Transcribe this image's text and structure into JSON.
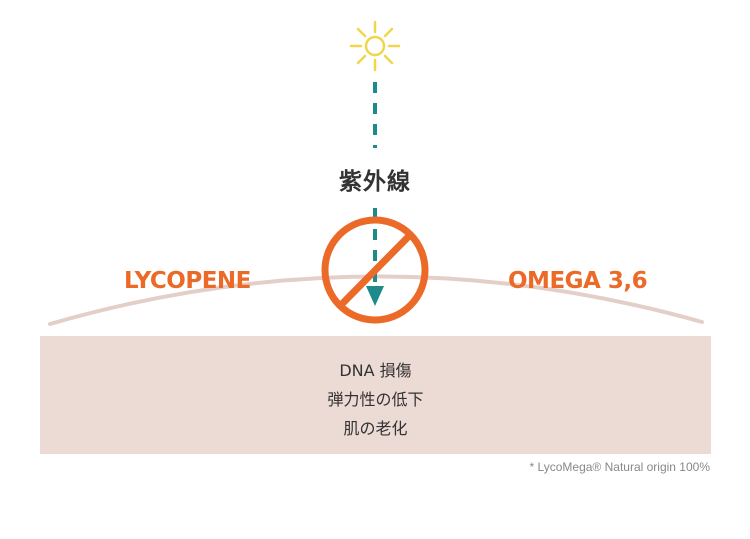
{
  "colors": {
    "sun": "#f1d64a",
    "ray": "#1e8a8a",
    "block": "#eb6a28",
    "skin": "#ecdad4",
    "skin_line": "#e3cfc8",
    "text": "#333333",
    "footnote": "#888888"
  },
  "icons": {
    "sun": "sun-icon",
    "prohibit": "prohibited-icon",
    "arrow": "arrow-down-icon"
  },
  "uv": {
    "label": "紫外線"
  },
  "ingredients": {
    "left": "LYCOPENE",
    "right": "OMEGA 3,6"
  },
  "damage": {
    "items": [
      "DNA 損傷",
      "弾力性の低下",
      "肌の老化"
    ]
  },
  "footnote": "* LycoMega® Natural origin 100%"
}
